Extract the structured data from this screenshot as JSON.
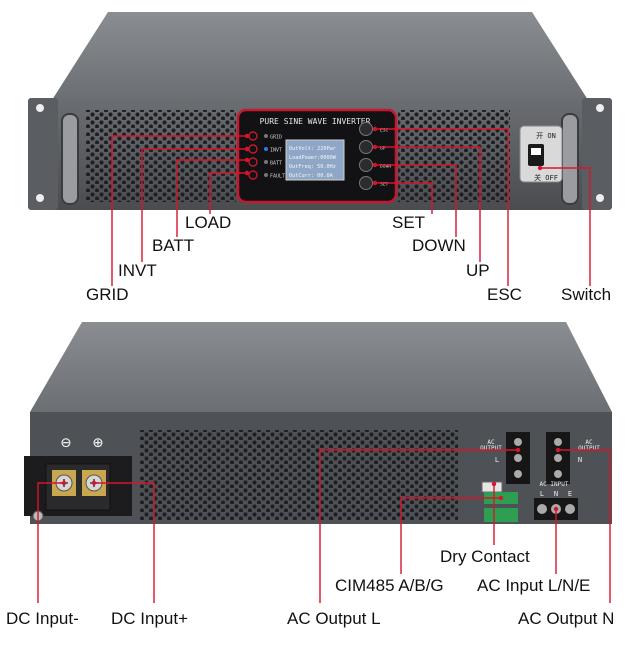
{
  "front_panel": {
    "title": "PURE SINE WAVE INVERTER",
    "indicators": [
      "GRID",
      "INVT",
      "BATT",
      "FAULT"
    ],
    "lcd_lines": [
      "OutVolt: 220Pwr",
      "LoadPower:0000W",
      "OutFreq: 50.0Hz",
      "OutCurr: 00.0A"
    ],
    "nav_buttons": [
      "ESC",
      "UP",
      "DOWN",
      "SET"
    ],
    "switch_on": "开 ON",
    "switch_off": "关 OFF"
  },
  "back_panel": {
    "polarity_minus": "⊖",
    "polarity_plus": "⊕",
    "ac_output_label": "AC\nOUTPUT",
    "ac_output_l": "L",
    "ac_output_n": "N",
    "ac_input_label": "AC INPUT",
    "ac_input_terms": [
      "L",
      "N",
      "E"
    ]
  },
  "callouts": {
    "load": "LOAD",
    "batt": "BATT",
    "invt": "INVT",
    "grid": "GRID",
    "set": "SET",
    "down": "DOWN",
    "up": "UP",
    "esc": "ESC",
    "switch": "Switch",
    "dry_contact": "Dry Contact",
    "cim485": "CIM485 A/B/G",
    "ac_input": "AC Input L/N/E",
    "dc_input_minus": "DC Input-",
    "dc_input_plus": "DC Input+",
    "ac_output_l": "AC Output L",
    "ac_output_n": "AC Output N"
  },
  "colors": {
    "callout_line": "#d8142b",
    "chassis": "#6f7276",
    "panel": "#4a4d52",
    "lcd": "#8fa7c6"
  }
}
